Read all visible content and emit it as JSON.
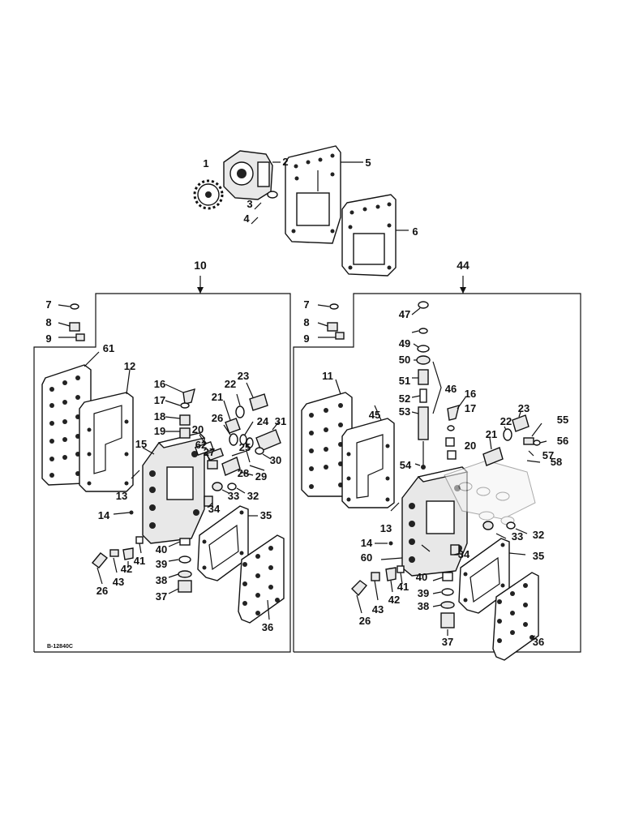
{
  "figure": {
    "drawing_code": "B-12840C",
    "assembly_labels": {
      "left": "10",
      "right": "44"
    },
    "top_group_callouts": [
      "1",
      "2",
      "3",
      "4",
      "5",
      "6"
    ],
    "left_group_callouts": [
      "7",
      "8",
      "9",
      "61",
      "12",
      "13",
      "14",
      "15",
      "16",
      "17",
      "18",
      "19",
      "20",
      "62",
      "21",
      "22",
      "23",
      "26",
      "24",
      "25",
      "31",
      "27",
      "28",
      "29",
      "30",
      "33",
      "32",
      "34",
      "35",
      "40",
      "39",
      "38",
      "37",
      "26",
      "43",
      "42",
      "41",
      "36"
    ],
    "right_group_callouts": [
      "7",
      "8",
      "9",
      "47",
      "49",
      "50",
      "51",
      "52",
      "53",
      "46",
      "11",
      "45",
      "16",
      "17",
      "20",
      "21",
      "22",
      "23",
      "55",
      "56",
      "57",
      "54",
      "58",
      "13",
      "14",
      "60",
      "34",
      "33",
      "32",
      "35",
      "40",
      "39",
      "38",
      "41",
      "42",
      "43",
      "26",
      "37",
      "36"
    ]
  }
}
